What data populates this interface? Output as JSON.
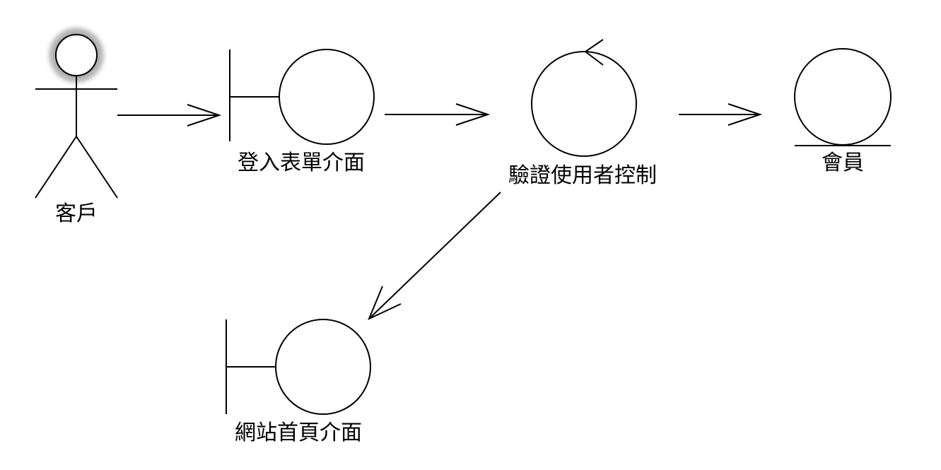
{
  "diagram": {
    "type": "robustness-diagram",
    "colors": {
      "stroke": "#000000",
      "background": "#ffffff",
      "actor_glow": "#8a8a8a"
    },
    "nodes": [
      {
        "id": "customer",
        "kind": "actor",
        "label": "客戶"
      },
      {
        "id": "login-form",
        "kind": "boundary",
        "label": "登入表單介面"
      },
      {
        "id": "verify-user",
        "kind": "control",
        "label": "驗證使用者控制"
      },
      {
        "id": "member",
        "kind": "entity",
        "label": "會員"
      },
      {
        "id": "homepage",
        "kind": "boundary",
        "label": "網站首頁介面"
      }
    ],
    "edges": [
      {
        "from": "customer",
        "to": "login-form"
      },
      {
        "from": "login-form",
        "to": "verify-user"
      },
      {
        "from": "verify-user",
        "to": "member"
      },
      {
        "from": "verify-user",
        "to": "homepage"
      }
    ]
  }
}
